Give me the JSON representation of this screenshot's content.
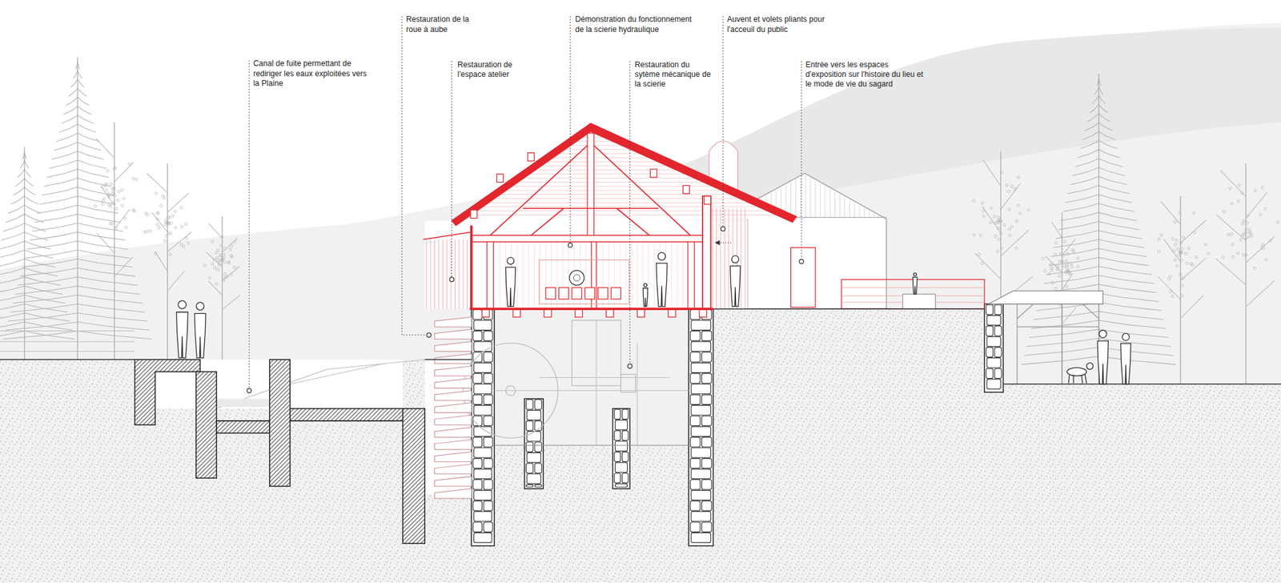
{
  "diagram": {
    "labels": [
      "Canal de fuite permettant de rediriger les eaux exploitées vers la Plaine",
      "Restauration de la roue à aube",
      "Restauration de l'espace atelier",
      "Démonstration du fonctionnement de la scierie hydraulique",
      "Restauration du sytème mécanique de la scierie",
      "Auvent et volets pliants pour l'acceuil du public",
      "Entrée vers les espaces d'exposition sur l'histoire du lieu et le mode de vie du sagard"
    ]
  }
}
